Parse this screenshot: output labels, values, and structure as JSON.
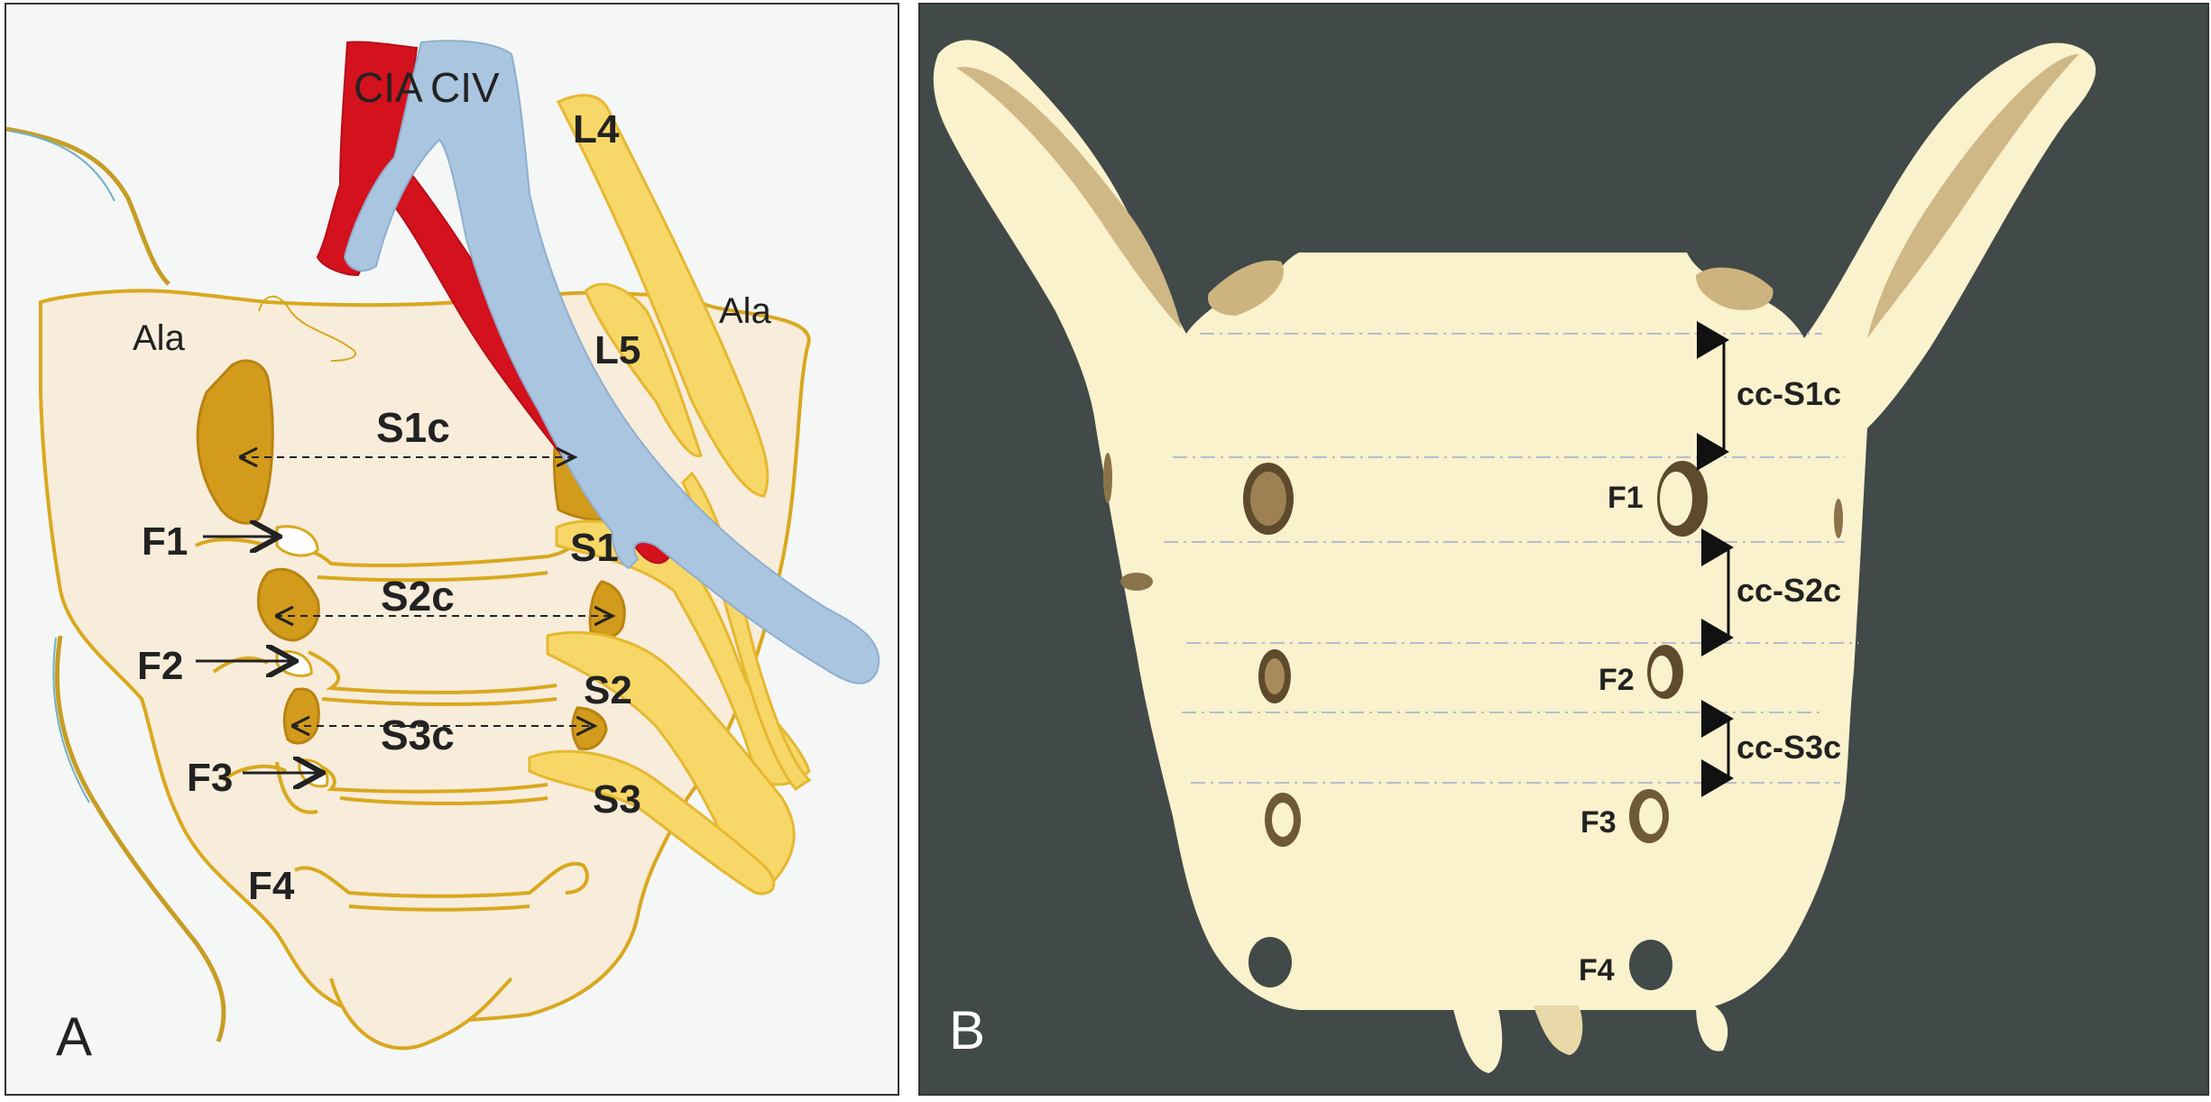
{
  "panel_a": {
    "letter": "A",
    "labels": {
      "cia": "CIA",
      "civ": "CIV",
      "l4": "L4",
      "l5": "L5",
      "ala_left": "Ala",
      "ala_right": "Ala",
      "s1c": "S1c",
      "s2c": "S2c",
      "s3c": "S3c",
      "s1": "S1",
      "s2": "S2",
      "s3": "S3",
      "f1": "F1",
      "f2": "F2",
      "f3": "F3",
      "f4": "F4"
    },
    "colors": {
      "background": "#f5f6f6",
      "sacrum_fill": "#f8ecdb",
      "sacrum_outline": "#d9a81e",
      "lateral_mass": "#d29b1b",
      "artery": "#d4121d",
      "vein": "#a9c5e0",
      "nerve": "#f7d768"
    }
  },
  "panel_b": {
    "letter": "B",
    "labels": {
      "cc_s1c": "cc-S1c",
      "cc_s2c": "cc-S2c",
      "cc_s3c": "cc-S3c",
      "f1": "F1",
      "f2": "F2",
      "f3": "F3",
      "f4": "F4"
    },
    "colors": {
      "background": "#414a48",
      "bone": "#faf1cd",
      "bone_shadow": "#b59f6f"
    }
  }
}
